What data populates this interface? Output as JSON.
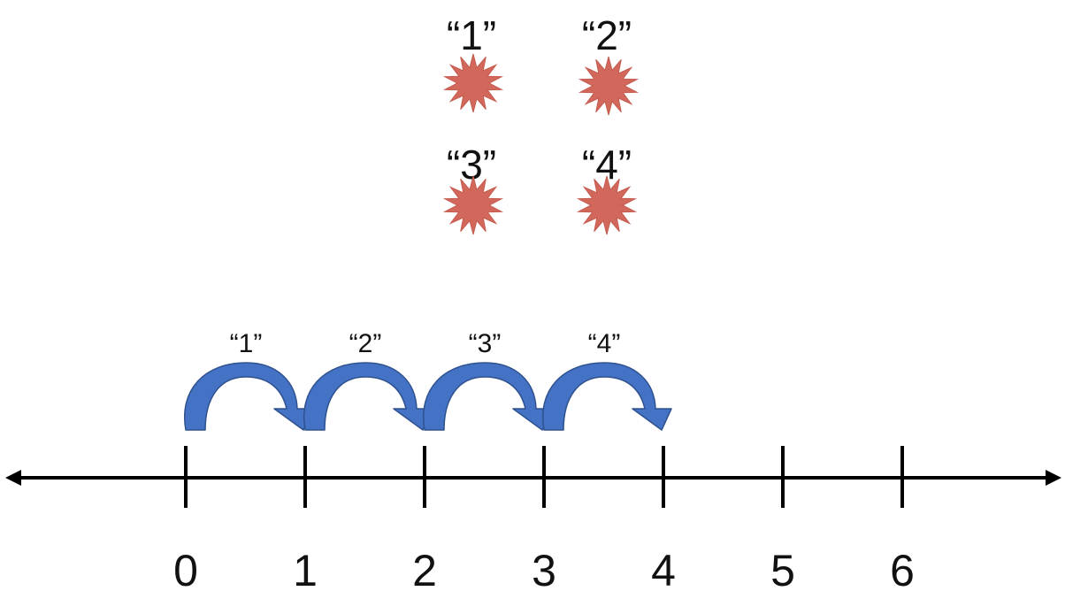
{
  "colors": {
    "star_fill": "#d2675b",
    "star_stroke": "#c55a4e",
    "arrow_fill": "#4472c4",
    "arrow_stroke": "#2f528f",
    "line": "#000000"
  },
  "counting_group": {
    "items": [
      {
        "label": "“1”",
        "icon": "starburst-icon"
      },
      {
        "label": "“2”",
        "icon": "starburst-icon"
      },
      {
        "label": "“3”",
        "icon": "starburst-icon"
      },
      {
        "label": "“4”",
        "icon": "starburst-icon"
      }
    ]
  },
  "number_line": {
    "ticks": [
      "0",
      "1",
      "2",
      "3",
      "4",
      "5",
      "6"
    ],
    "hops": [
      {
        "label": "“1”",
        "from": 0,
        "to": 1
      },
      {
        "label": "“2”",
        "from": 1,
        "to": 2
      },
      {
        "label": "“3”",
        "from": 2,
        "to": 3
      },
      {
        "label": "“4”",
        "from": 3,
        "to": 4
      }
    ]
  }
}
